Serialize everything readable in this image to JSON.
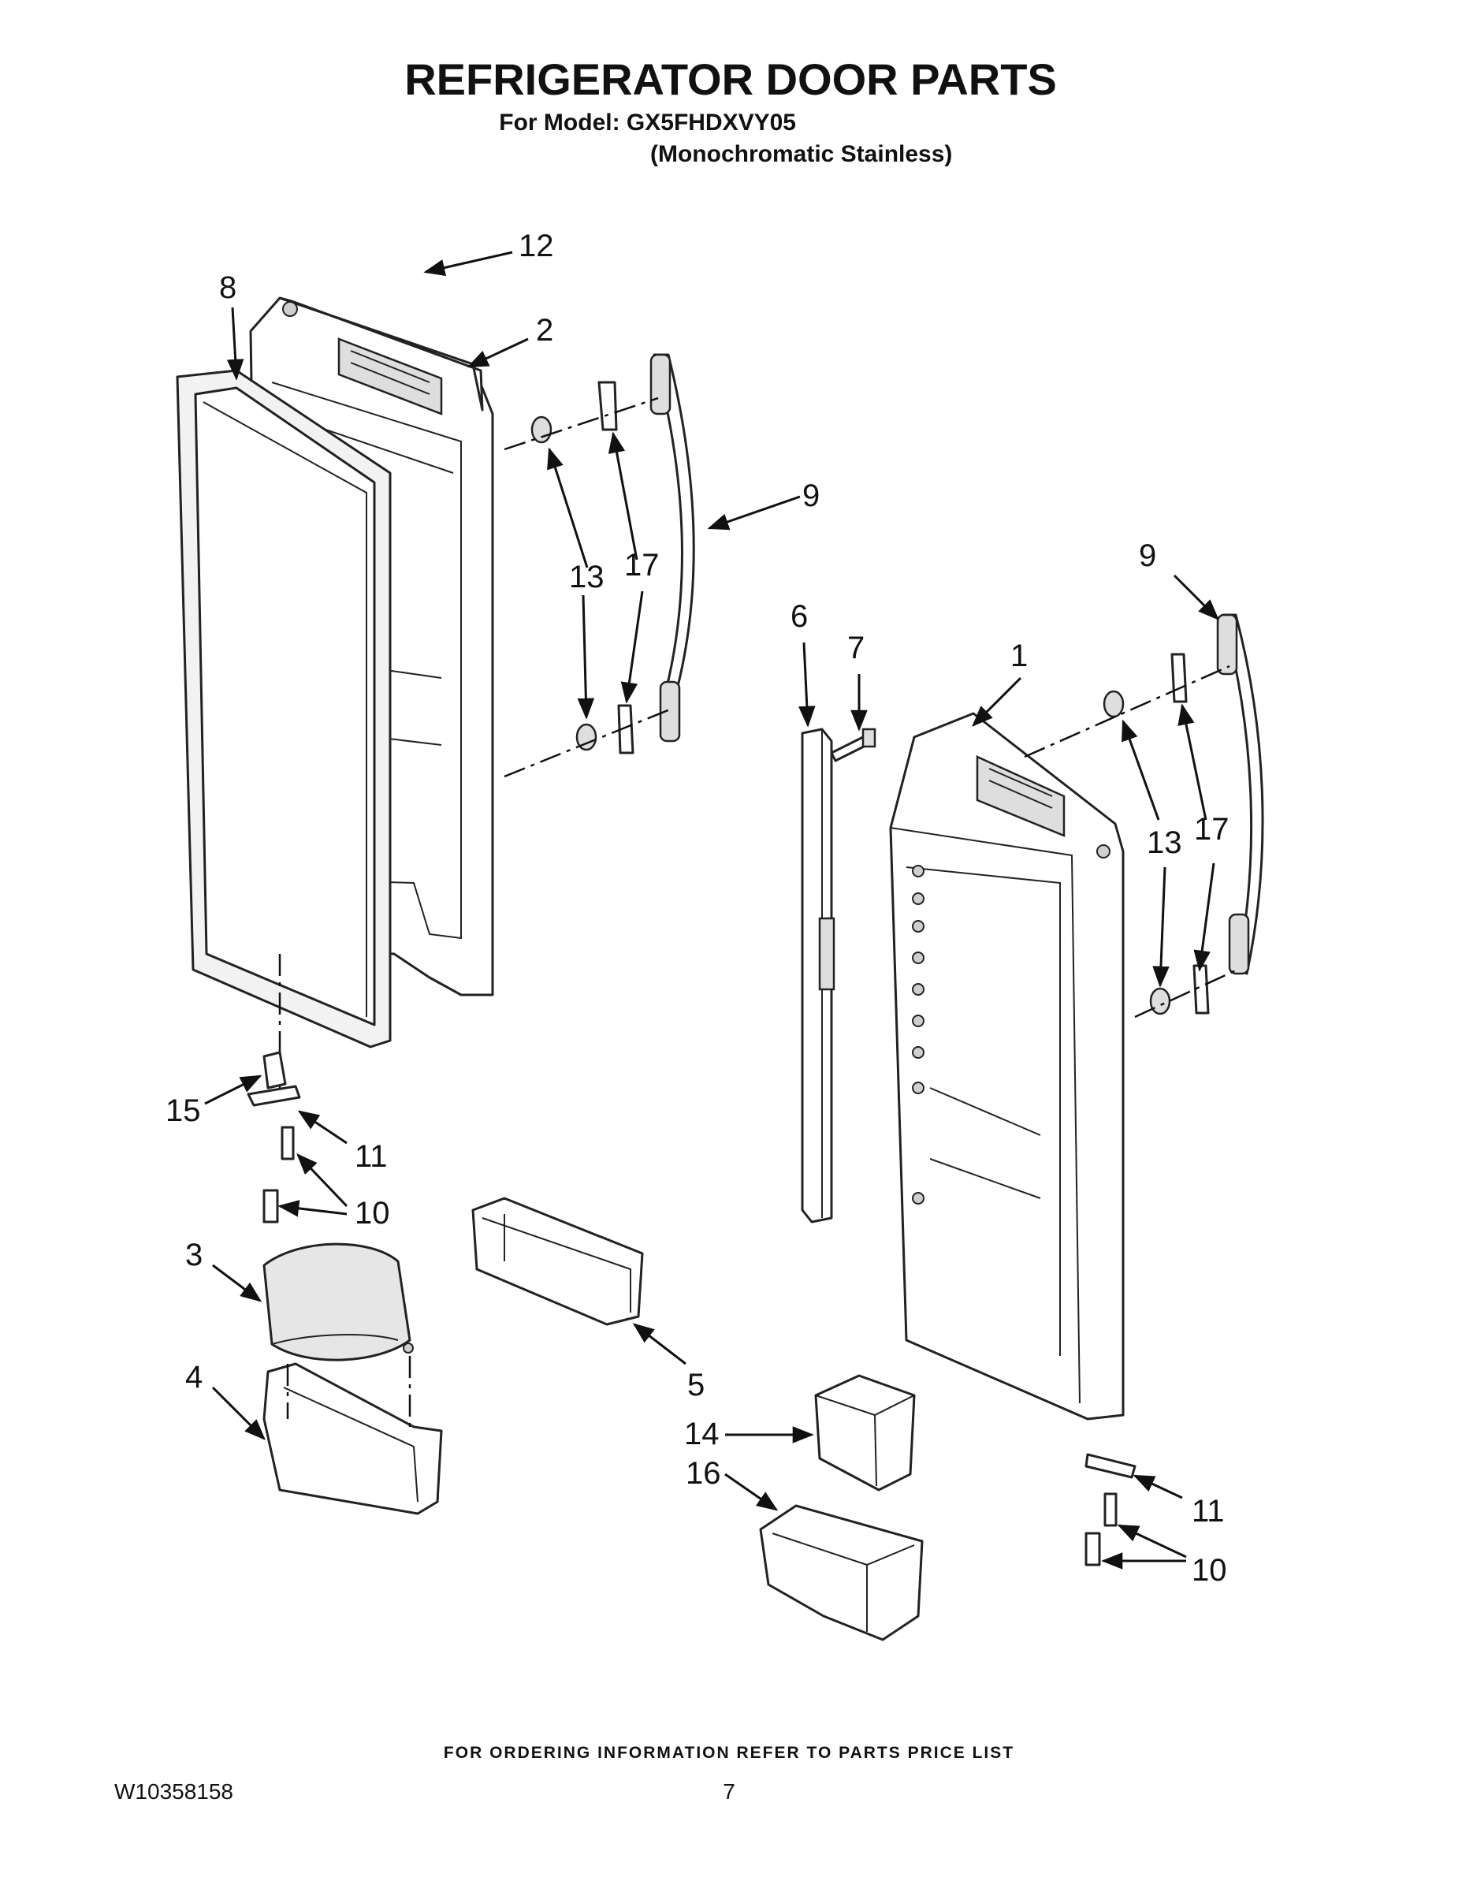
{
  "header": {
    "title": "REFRIGERATOR DOOR PARTS",
    "model_line": "For Model: GX5FHDXVY05",
    "finish_line": "(Monochromatic Stainless)"
  },
  "callouts": {
    "c1": "1",
    "c2": "2",
    "c3": "3",
    "c4": "4",
    "c5": "5",
    "c6": "6",
    "c7": "7",
    "c8": "8",
    "c9a": "9",
    "c9b": "9",
    "c10a": "10",
    "c10b": "10",
    "c11a": "11",
    "c11b": "11",
    "c12": "12",
    "c13a": "13",
    "c13b": "13",
    "c14": "14",
    "c15": "15",
    "c16": "16",
    "c17a": "17",
    "c17b": "17"
  },
  "footer": {
    "ordering_note": "FOR ORDERING INFORMATION REFER TO PARTS PRICE LIST",
    "doc_number": "W10358158",
    "page_number": "7"
  }
}
